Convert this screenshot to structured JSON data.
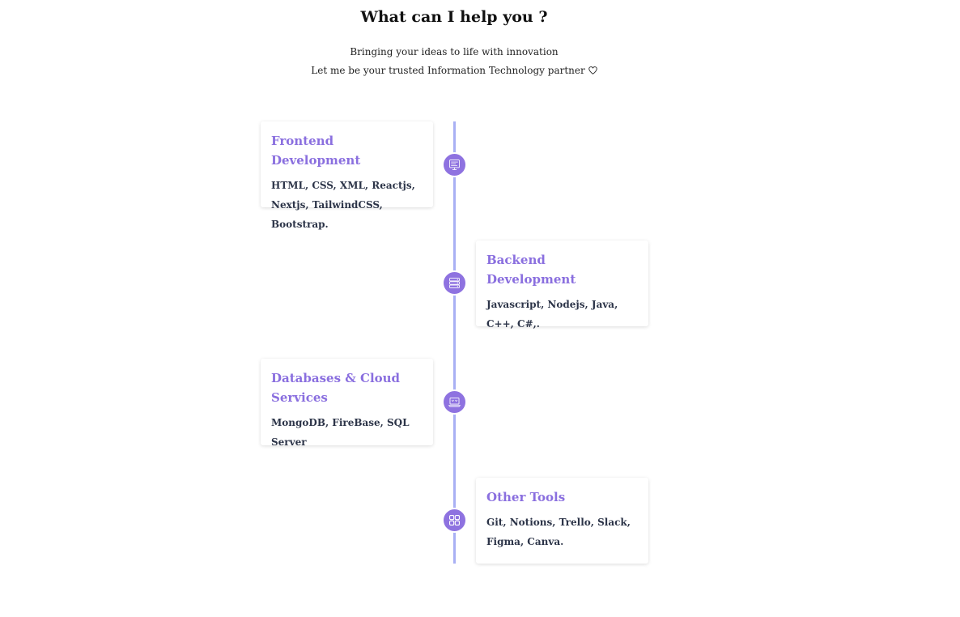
{
  "header": {
    "title": "What can I help you ?",
    "subtitle_line1": "Bringing your ideas to life with innovation",
    "subtitle_line2": "Let me be your trusted Information Technology partner",
    "heart_icon": "heart-outline-icon"
  },
  "timeline": {
    "line_color": "#a9b0f4",
    "node_color": "#8e72e0",
    "title_color": "#8a6fdf",
    "items": [
      {
        "title": "Frontend Development",
        "body": "HTML, CSS, XML, Reactjs, Nextjs, TailwindCSS, Bootstrap.",
        "icon": "monitor-code-icon"
      },
      {
        "title": "Backend Development",
        "body": "Javascript, Nodejs, Java, C++, C#,.",
        "icon": "server-icon"
      },
      {
        "title": "Databases & Cloud Services",
        "body": "MongoDB, FireBase, SQL Server",
        "icon": "database-laptop-icon"
      },
      {
        "title": "Other Tools",
        "body": "Git, Notions, Trello, Slack, Figma, Canva.",
        "icon": "grid-apps-icon"
      }
    ]
  }
}
